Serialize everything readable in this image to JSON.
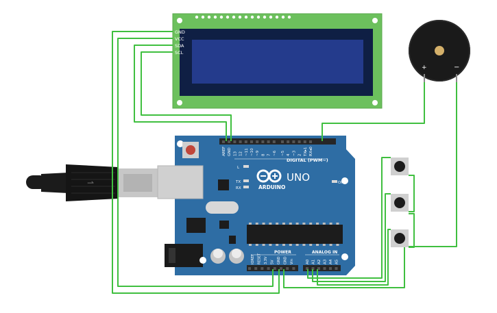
{
  "lcd": {
    "pins": {
      "gnd": "GND",
      "vcc": "VCC",
      "sda": "SDA",
      "scl": "SCL"
    }
  },
  "arduino": {
    "logo_text": "ARDUINO",
    "model": "UNO",
    "led_labels": {
      "l": "L",
      "tx": "TX",
      "rx": "RX",
      "on": "ON"
    },
    "header_digital_label": "DIGITAL (PWM~)",
    "header_power_label": "POWER",
    "header_analog_label": "ANALOG IN",
    "digital_pins": [
      "AREF",
      "GND",
      "13",
      "12",
      "~11",
      "~10",
      "~9",
      "8",
      "7",
      "~6",
      "~5",
      "4",
      "~3",
      "2",
      "TX▸1",
      "RX◂0"
    ],
    "power_pins": [
      "IOREF",
      "RESET",
      "3.3V",
      "5V",
      "GND",
      "GND",
      "Vin"
    ],
    "analog_pins": [
      "A0",
      "A1",
      "A2",
      "A3",
      "A4",
      "A5"
    ]
  },
  "buzzer": {
    "plus_label": "+",
    "minus_label": "−"
  },
  "colors": {
    "wire": "#3fbf3f",
    "board": "#2e6da4",
    "board_dark": "#1f4f7a",
    "lcd_pcb": "#6cc05d",
    "lcd_screen": "#233a8a",
    "header": "#262626"
  }
}
